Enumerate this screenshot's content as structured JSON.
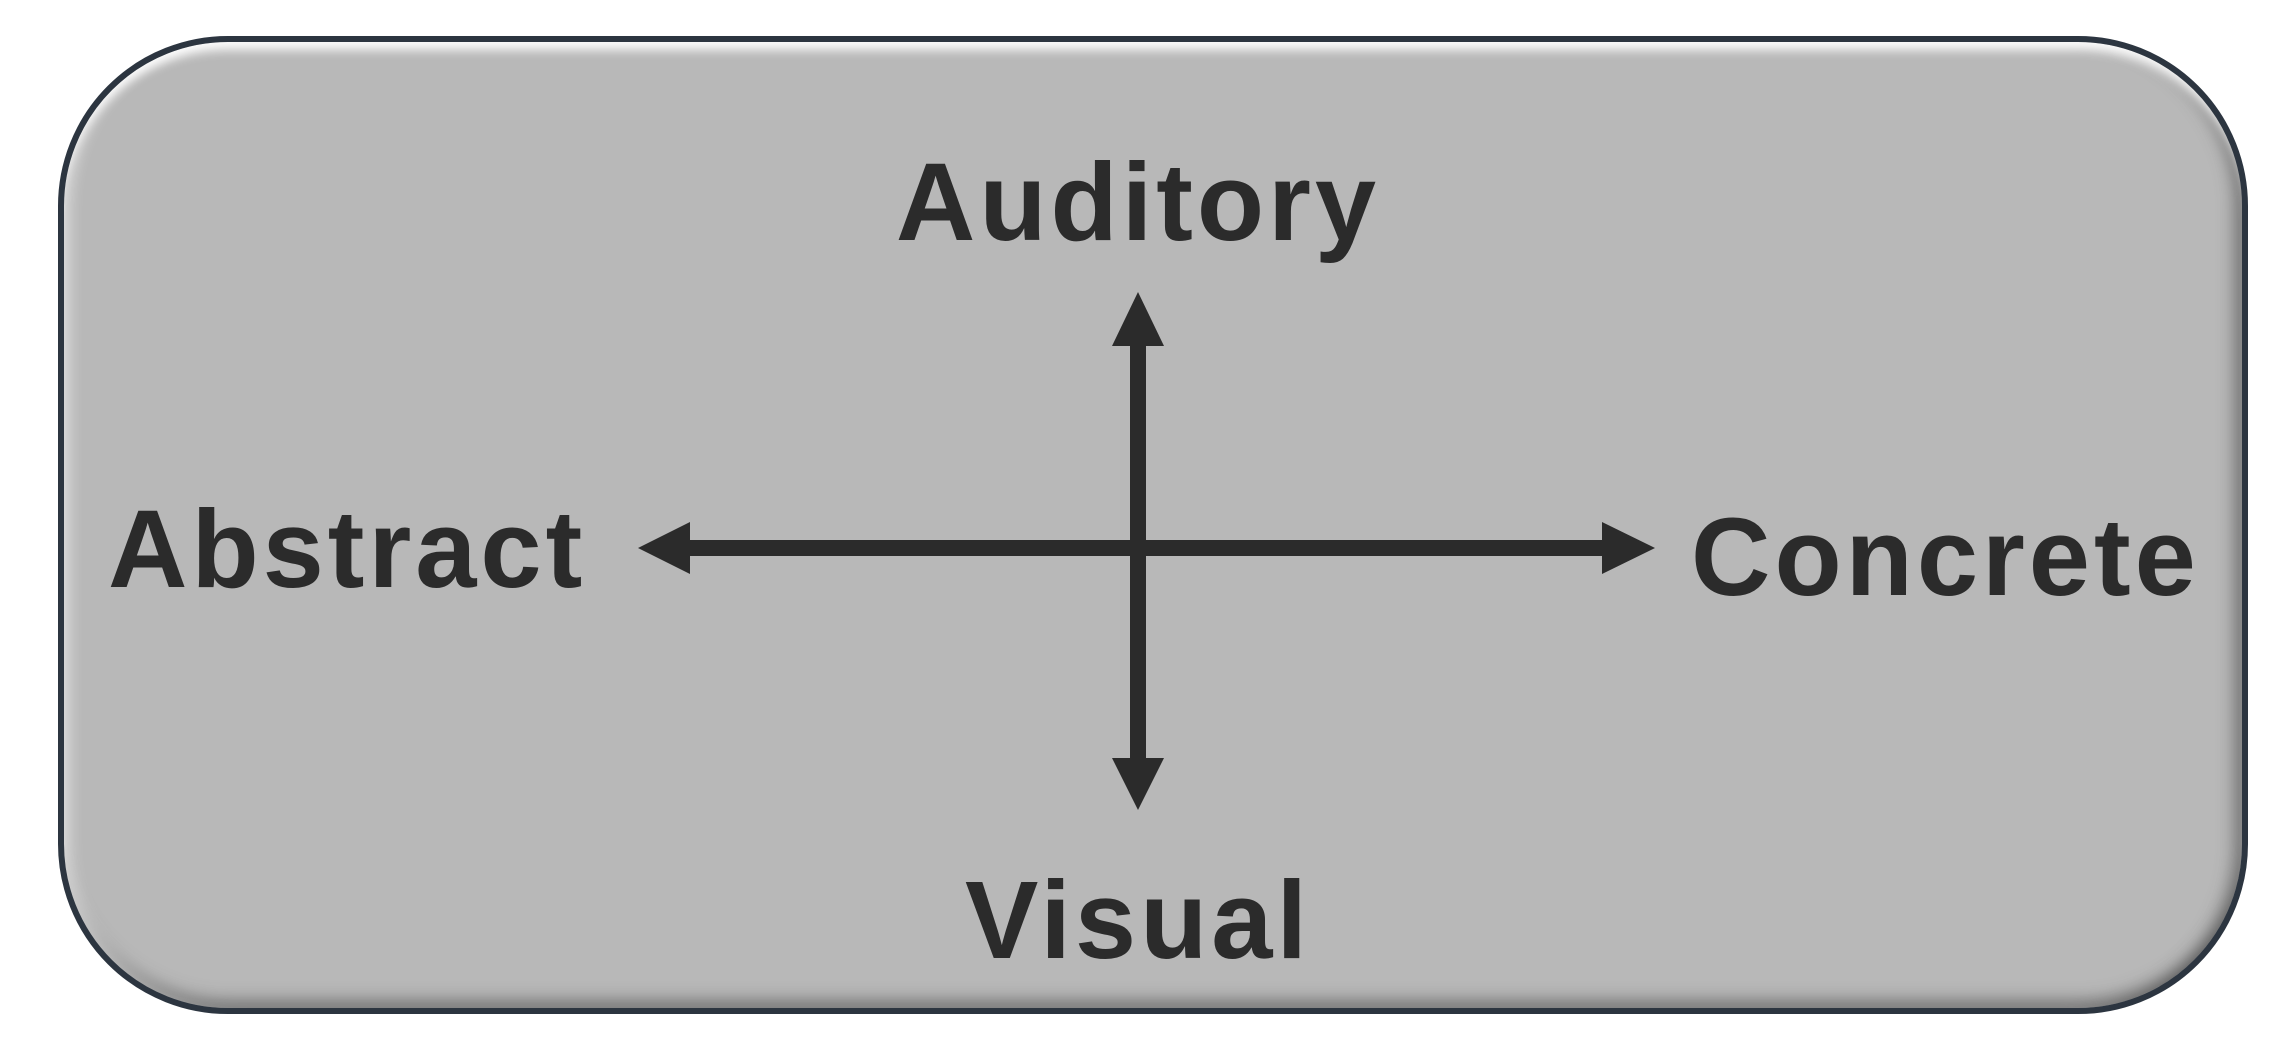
{
  "diagram": {
    "top_label": "Auditory",
    "bottom_label": "Visual",
    "left_label": "Abstract",
    "right_label": "Concrete"
  },
  "colors": {
    "panel_fill": "#b8b8b8",
    "panel_border": "#2c3540",
    "ink": "#2b2b2b",
    "background": "#ffffff"
  }
}
